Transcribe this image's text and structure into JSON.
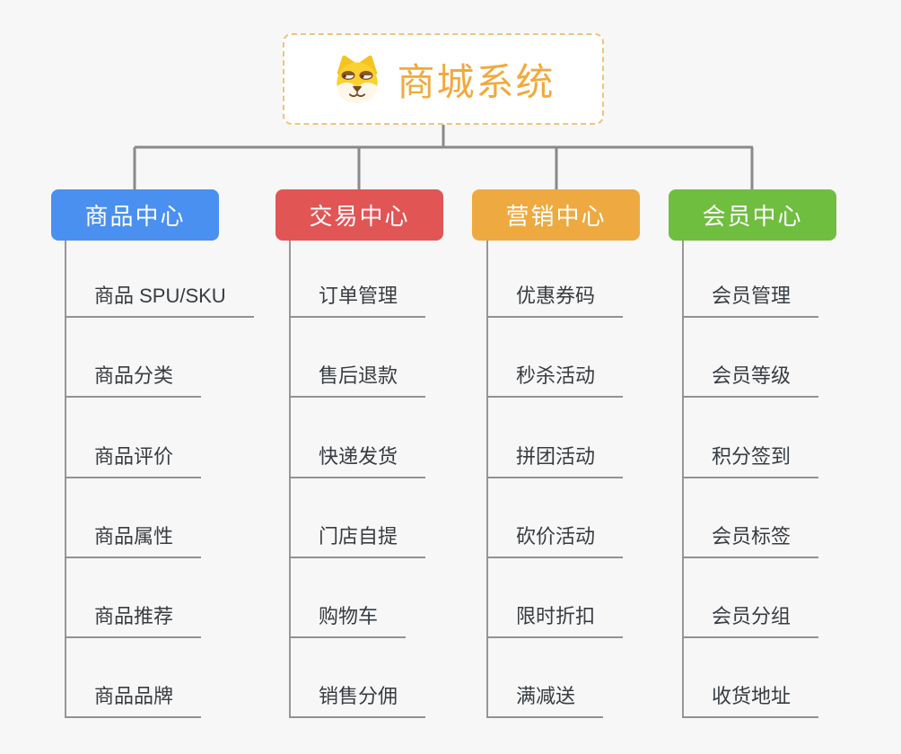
{
  "root": {
    "title": "商城系统",
    "icon": "dog-face-icon",
    "text_color": "#f2a93d",
    "border_color": "#f2c27e"
  },
  "connectors": {
    "tree_color": "#8a8a8a",
    "leaf_line_color": "#929292"
  },
  "branches": [
    {
      "label": "商品中心",
      "color": "#4a90f0",
      "children": [
        "商品 SPU/SKU",
        "商品分类",
        "商品评价",
        "商品属性",
        "商品推荐",
        "商品品牌"
      ]
    },
    {
      "label": "交易中心",
      "color": "#e25555",
      "children": [
        "订单管理",
        "售后退款",
        "快递发货",
        "门店自提",
        "购物车",
        "销售分佣"
      ]
    },
    {
      "label": "营销中心",
      "color": "#eea940",
      "children": [
        "优惠券码",
        "秒杀活动",
        "拼团活动",
        "砍价活动",
        "限时折扣",
        "满减送"
      ]
    },
    {
      "label": "会员中心",
      "color": "#70be40",
      "children": [
        "会员管理",
        "会员等级",
        "积分签到",
        "会员标签",
        "会员分组",
        "收货地址"
      ]
    }
  ]
}
